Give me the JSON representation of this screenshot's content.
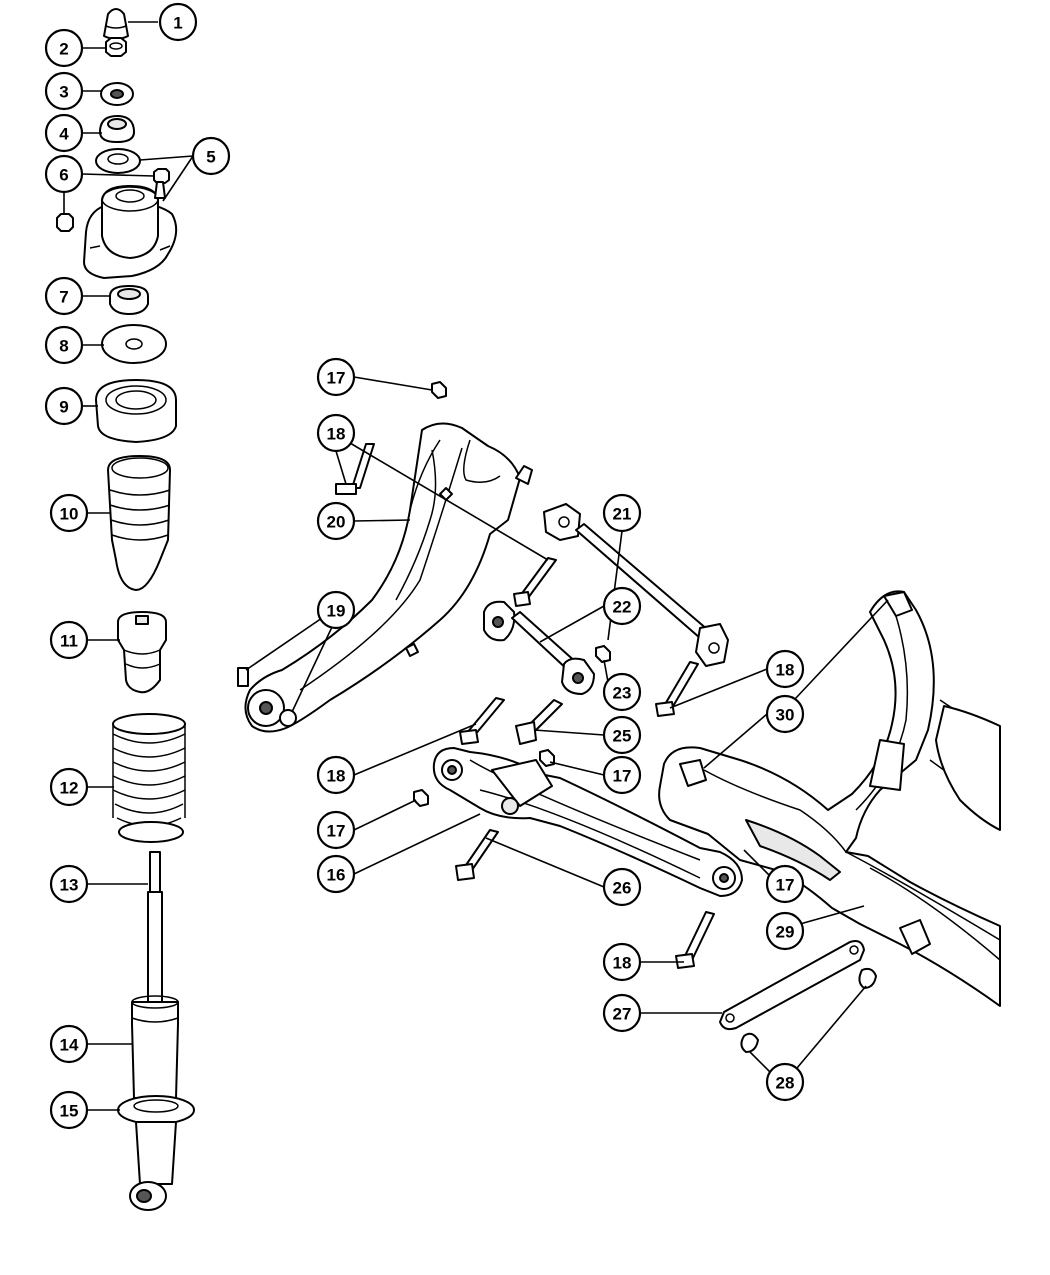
{
  "diagram": {
    "callouts": [
      {
        "label": "1"
      },
      {
        "label": "2"
      },
      {
        "label": "3"
      },
      {
        "label": "4"
      },
      {
        "label": "5"
      },
      {
        "label": "6"
      },
      {
        "label": "7"
      },
      {
        "label": "8"
      },
      {
        "label": "9"
      },
      {
        "label": "10"
      },
      {
        "label": "11"
      },
      {
        "label": "12"
      },
      {
        "label": "13"
      },
      {
        "label": "14"
      },
      {
        "label": "15"
      },
      {
        "label": "17"
      },
      {
        "label": "18"
      },
      {
        "label": "20"
      },
      {
        "label": "19"
      },
      {
        "label": "21"
      },
      {
        "label": "22"
      },
      {
        "label": "23"
      },
      {
        "label": "18"
      },
      {
        "label": "30"
      },
      {
        "label": "25"
      },
      {
        "label": "18"
      },
      {
        "label": "17"
      },
      {
        "label": "17"
      },
      {
        "label": "16"
      },
      {
        "label": "26"
      },
      {
        "label": "17"
      },
      {
        "label": "29"
      },
      {
        "label": "18"
      },
      {
        "label": "27"
      },
      {
        "label": "28"
      }
    ]
  }
}
